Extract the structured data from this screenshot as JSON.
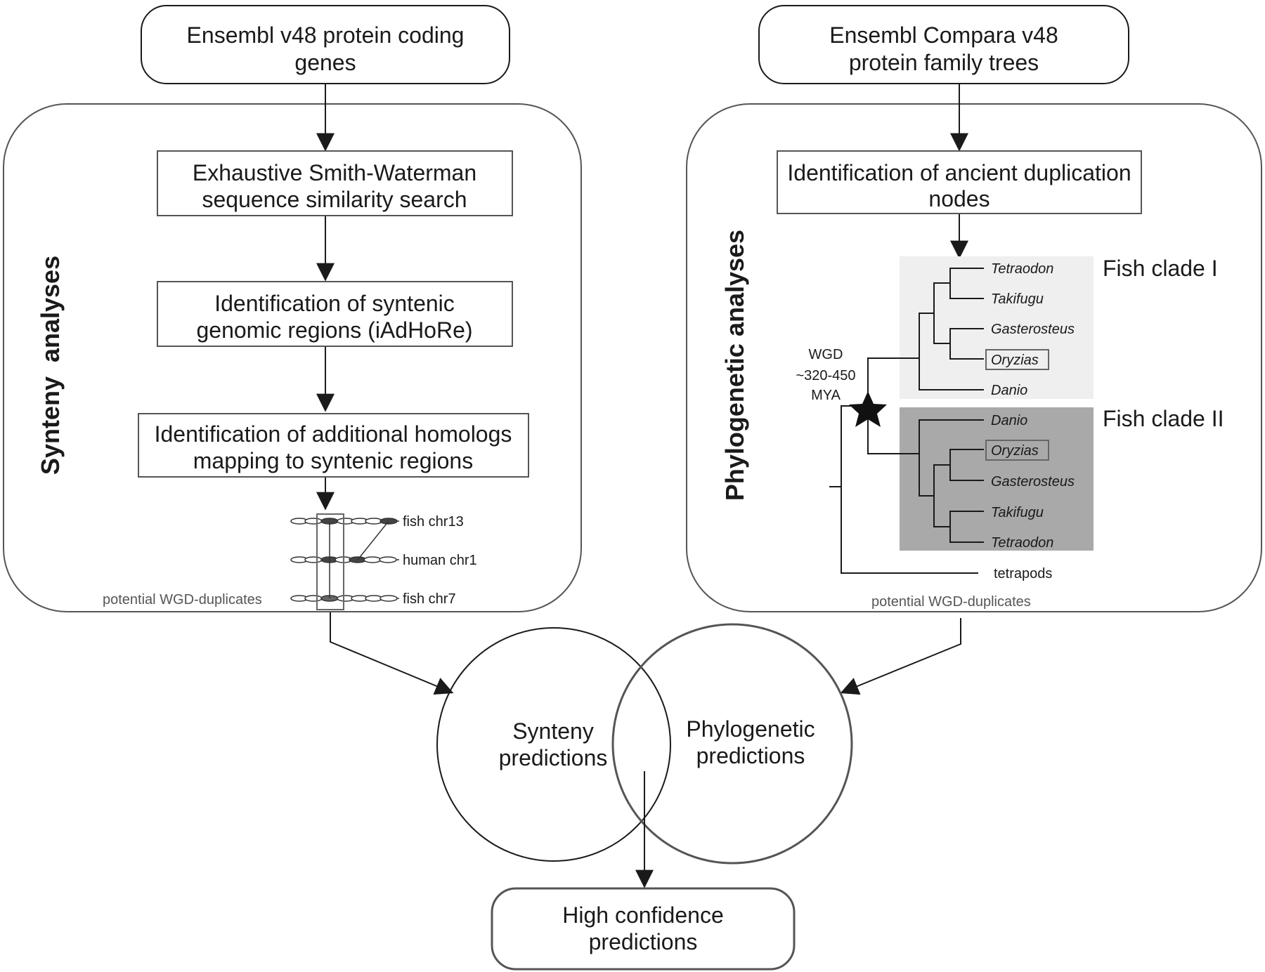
{
  "left_top": [
    "Ensembl v48 protein coding",
    "genes"
  ],
  "right_top": [
    "Ensembl Compara v48",
    "protein family trees"
  ],
  "left_side_label": "Synteny  analyses",
  "right_side_label": "Phylogenetic analyses",
  "left_steps": [
    [
      "Exhaustive Smith-Waterman",
      "sequence similarity search"
    ],
    [
      "Identification of syntenic",
      "genomic regions (iAdHoRe)"
    ],
    [
      "Identification of additional homologs",
      "mapping to syntenic regions"
    ]
  ],
  "right_step": [
    "Identification of ancient duplication",
    "nodes"
  ],
  "chromosomes": [
    "fish chr13",
    "human chr1",
    "fish chr7"
  ],
  "left_footnote": "potential WGD-duplicates",
  "right_footnote": "potential WGD-duplicates",
  "wgd_label": [
    "WGD",
    "~320-450",
    "MYA"
  ],
  "clade1": {
    "label": "Fish clade I",
    "species": [
      "Tetraodon",
      "Takifugu",
      "Gasterosteus",
      "Oryzias",
      "Danio"
    ]
  },
  "clade2": {
    "label": "Fish clade II",
    "species": [
      "Danio",
      "Oryzias",
      "Gasterosteus",
      "Takifugu",
      "Tetraodon"
    ]
  },
  "outgroup": "tetrapods",
  "venn_left": [
    "Synteny",
    "predictions"
  ],
  "venn_right": [
    "Phylogenetic",
    "predictions"
  ],
  "bottom": [
    "High confidence",
    "predictions"
  ],
  "colors": {
    "clade1_bg": "#efefef",
    "clade2_bg": "#a9a9a9",
    "line": "#1a1a1a",
    "box_border": "#555555"
  }
}
